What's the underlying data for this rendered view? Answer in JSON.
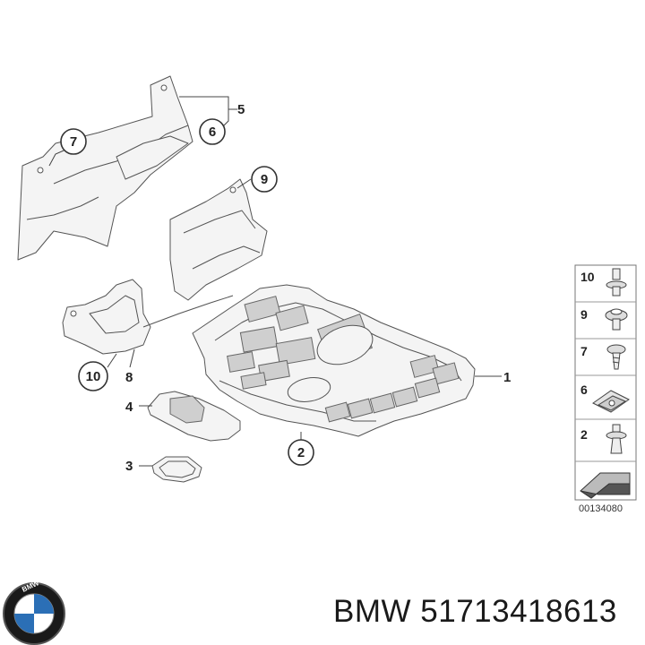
{
  "diagram": {
    "callouts": [
      {
        "id": "c1",
        "label": "1",
        "circled": false
      },
      {
        "id": "c2",
        "label": "2",
        "circled": true
      },
      {
        "id": "c3",
        "label": "3",
        "circled": false
      },
      {
        "id": "c4",
        "label": "4",
        "circled": false
      },
      {
        "id": "c5",
        "label": "5",
        "circled": false
      },
      {
        "id": "c6",
        "label": "6",
        "circled": true
      },
      {
        "id": "c7",
        "label": "7",
        "circled": true
      },
      {
        "id": "c8",
        "label": "8",
        "circled": false
      },
      {
        "id": "c9",
        "label": "9",
        "circled": true
      },
      {
        "id": "c10",
        "label": "10",
        "circled": true
      }
    ],
    "legend": {
      "items": [
        "10",
        "9",
        "7",
        "6",
        "2"
      ],
      "ref_code": "00134080"
    }
  },
  "footer": {
    "title": "BMW 51713418613",
    "logo_letters": "BMW"
  },
  "colors": {
    "line": "#555555",
    "fill_light": "#f4f4f4",
    "fill_dark": "#cfcfcf",
    "bmw_blue": "#2b6fb6"
  }
}
